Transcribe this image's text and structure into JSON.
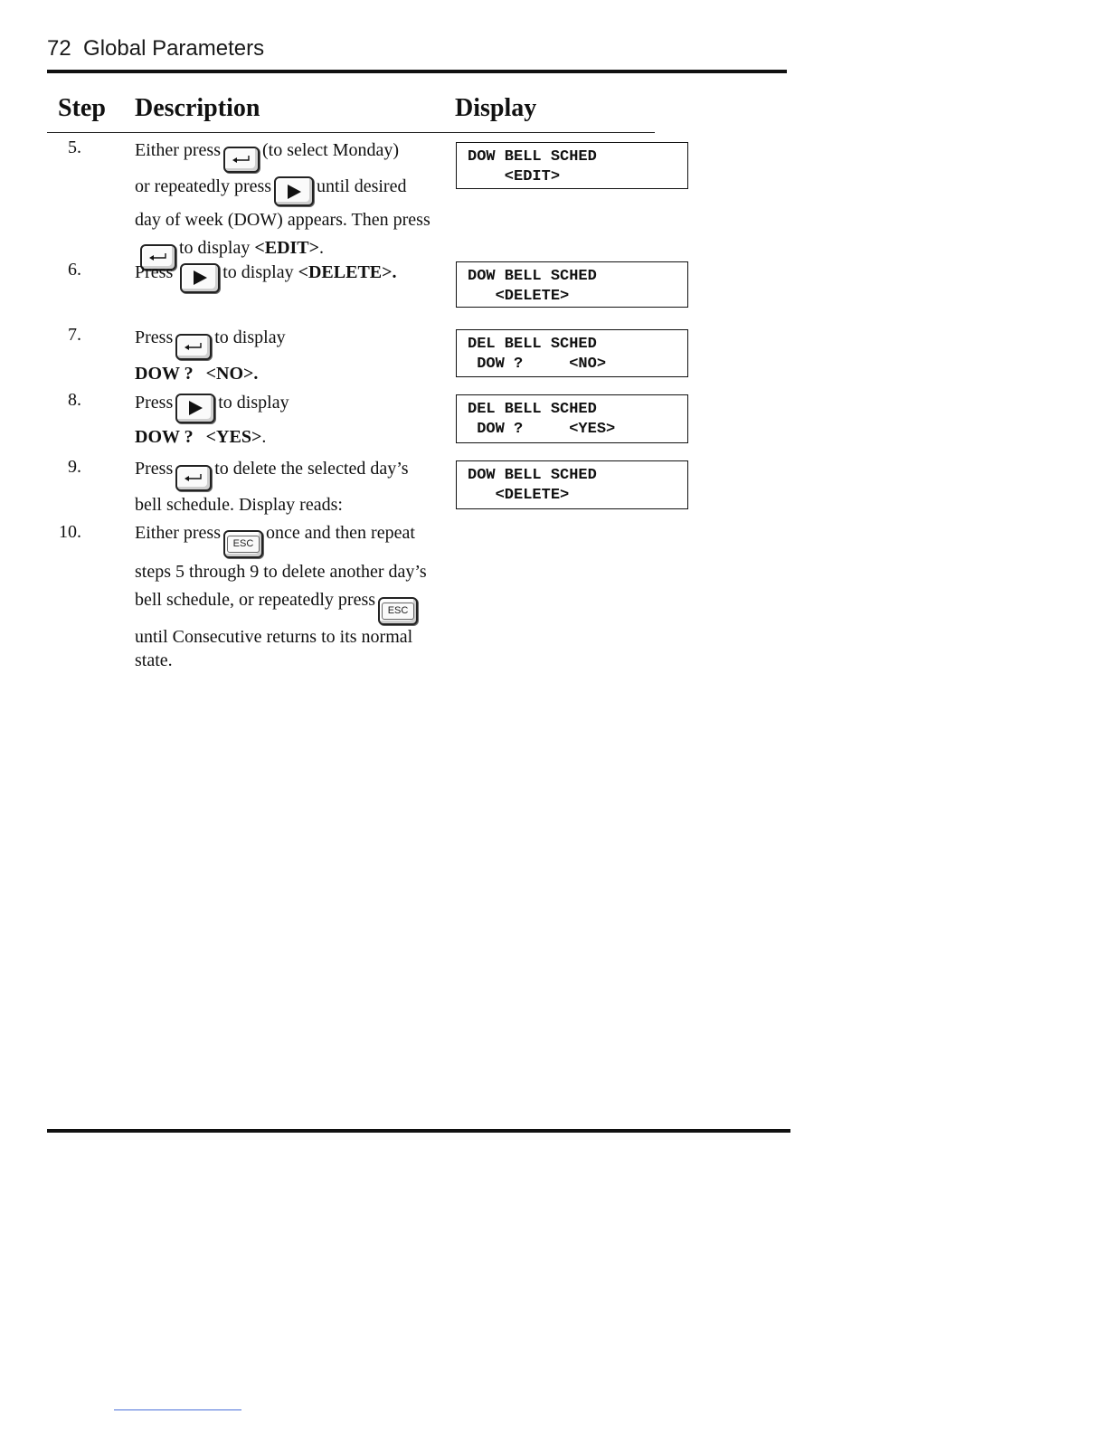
{
  "header": {
    "title": "72  Global Parameters"
  },
  "columns": {
    "step": "Step",
    "description": "Description",
    "display": "Display"
  },
  "steps": [
    {
      "num": "5.",
      "lines": {
        "a_pre": "Either press",
        "a_post": "(to select Monday)",
        "b_pre": "or repeatedly press",
        "b_post": "until desired",
        "c": "day of week (DOW) appears. Then press",
        "d_post": "to display",
        "d_bold": "<EDIT>",
        "d_end": "."
      },
      "display": [
        "DOW BELL SCHED",
        "    <EDIT>"
      ]
    },
    {
      "num": "6.",
      "lines": {
        "a_pre": "Press",
        "a_post": "to display",
        "a_bold": "<DELETE>."
      },
      "display": [
        "DOW BELL SCHED",
        "   <DELETE>"
      ]
    },
    {
      "num": "7.",
      "lines": {
        "a_pre": "Press",
        "a_post": "to display",
        "b_bold1": "DOW ?",
        "b_bold2": "<NO>."
      },
      "display": [
        "DEL BELL SCHED",
        " DOW ?     <NO>"
      ]
    },
    {
      "num": "8.",
      "lines": {
        "a_pre": "Press",
        "a_post": "to display",
        "b_bold1": "DOW ?",
        "b_bold2": "<YES>",
        "b_end": "."
      },
      "display": [
        "DEL BELL SCHED",
        " DOW ?     <YES>"
      ]
    },
    {
      "num": "9.",
      "lines": {
        "a_pre": "Press",
        "a_post": "to delete the selected day’s",
        "b": "bell schedule. Display reads:"
      },
      "display": [
        "DOW BELL SCHED",
        "   <DELETE>"
      ]
    },
    {
      "num": "10.",
      "lines": {
        "a_pre": "Either press",
        "a_post": "once and then repeat",
        "b": "steps 5 through 9 to delete another day’s",
        "c_pre": "bell schedule, or repeatedly press",
        "d": "until Consecutive returns to its normal",
        "e": "state."
      }
    }
  ],
  "keys": {
    "esc_label": "ESC",
    "enter_icon": "enter-key-icon",
    "right_icon": "right-arrow-key-icon",
    "esc_icon": "esc-key-icon"
  }
}
